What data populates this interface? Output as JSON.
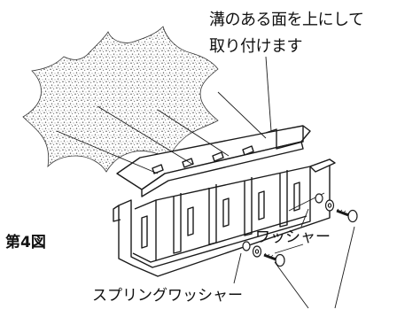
{
  "labels": {
    "mounting_note_line1": "溝のある面を上にして",
    "mounting_note_line2": "取り付けます",
    "figure_number": "第4図",
    "washer": "ワッシャー",
    "spring_washer": "スプリングワッシャー"
  },
  "colors": {
    "ink": "#1a1a1a",
    "background": "#ffffff",
    "stipple": "#6b6b6b"
  }
}
